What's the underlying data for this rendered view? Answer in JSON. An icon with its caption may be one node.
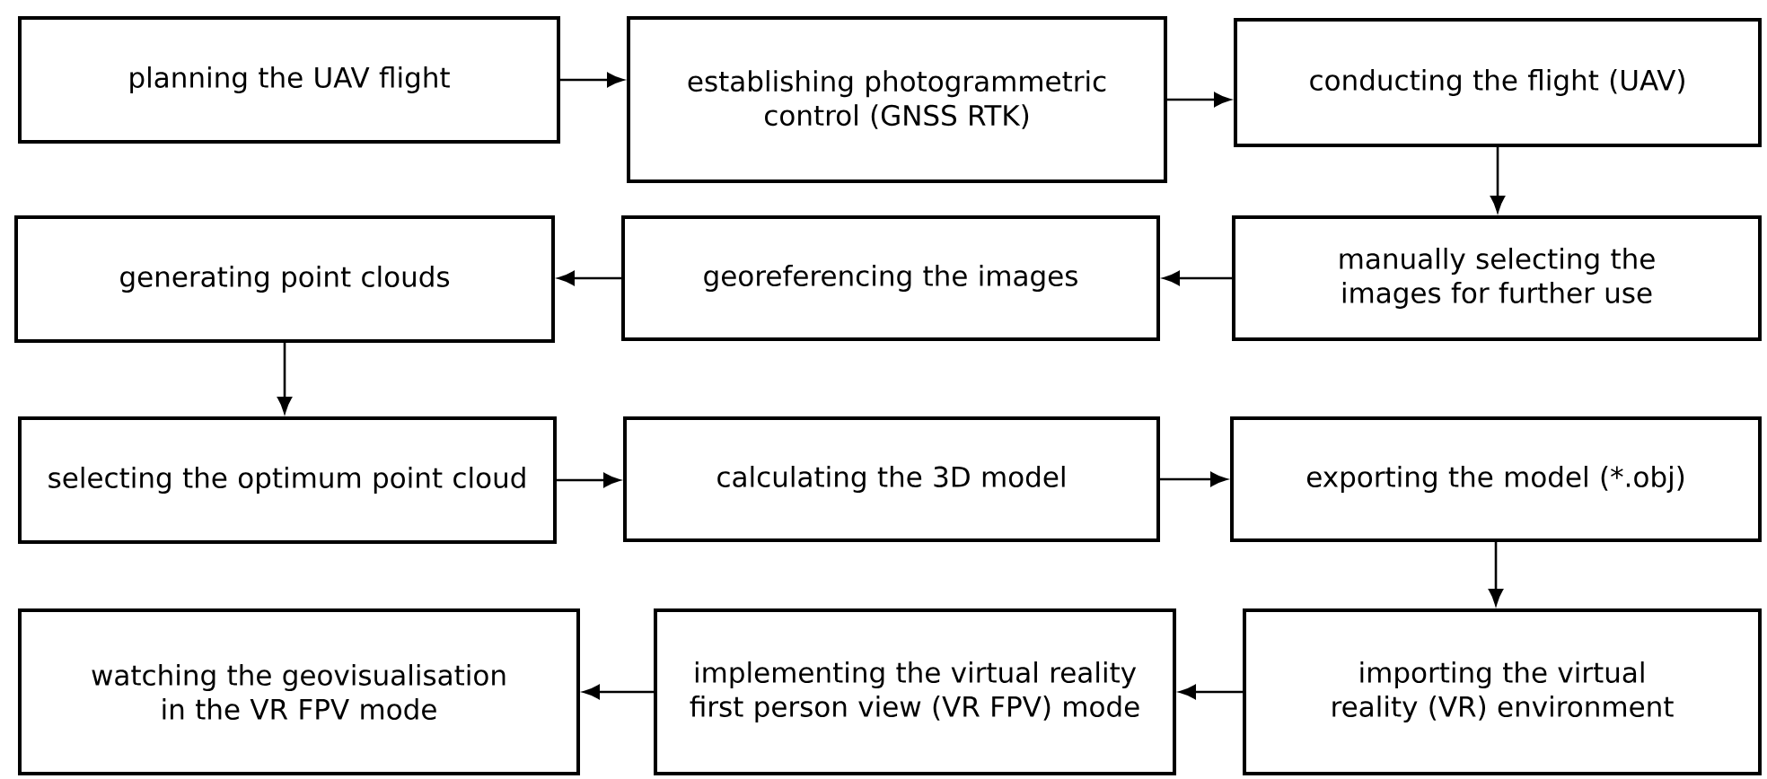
{
  "diagram": {
    "nodes": [
      {
        "text": [
          "planning the UAV flight"
        ]
      },
      {
        "text": [
          "establishing photogrammetric control (GNSS RTK)"
        ]
      },
      {
        "text": [
          "conducting the flight (UAV)"
        ]
      },
      {
        "text": [
          "manually selecting the images for further use"
        ]
      },
      {
        "text": [
          "georeferencing the images"
        ]
      },
      {
        "text": [
          "generating point clouds"
        ]
      },
      {
        "text": [
          "selecting the optimum point cloud"
        ]
      },
      {
        "text": [
          "calculating the 3D model"
        ]
      },
      {
        "text": [
          "exporting the model (*.obj)"
        ]
      },
      {
        "text": [
          "importing the virtual reality (VR) environment"
        ]
      },
      {
        "text": [
          "implementing the virtual reality first person view (VR FPV) mode"
        ]
      },
      {
        "text": [
          "watching the geovisualisation in the VR FPV mode"
        ]
      }
    ],
    "edges": [
      {
        "from": 0,
        "to": 1,
        "arrow": "to"
      },
      {
        "from": 1,
        "to": 2,
        "arrow": "to"
      },
      {
        "from": 2,
        "to": 3,
        "arrow": "to"
      },
      {
        "from": 3,
        "to": 4,
        "arrow": "to"
      },
      {
        "from": 4,
        "to": 5,
        "arrow": "to"
      },
      {
        "from": 5,
        "to": 6,
        "arrow": "to"
      },
      {
        "from": 6,
        "to": 7,
        "arrow": "to"
      },
      {
        "from": 7,
        "to": 8,
        "arrow": "to"
      },
      {
        "from": 8,
        "to": 9,
        "arrow": "to"
      },
      {
        "from": 9,
        "to": 10,
        "arrow": "to"
      },
      {
        "from": 10,
        "to": 11,
        "arrow": "to"
      }
    ]
  }
}
